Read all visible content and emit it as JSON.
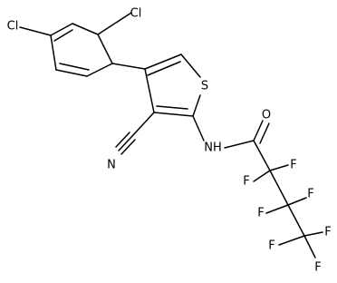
{
  "molecule": {
    "atoms": {
      "cl_top": "Cl",
      "cl_left": "Cl",
      "s_ring": "S",
      "n_nitrile": "N",
      "nh": "NH",
      "o_carbonyl": "O",
      "f_a1": "F",
      "f_a2": "F",
      "f_b1": "F",
      "f_b2": "F",
      "f_c1": "F",
      "f_c2": "F",
      "f_c3": "F"
    }
  }
}
